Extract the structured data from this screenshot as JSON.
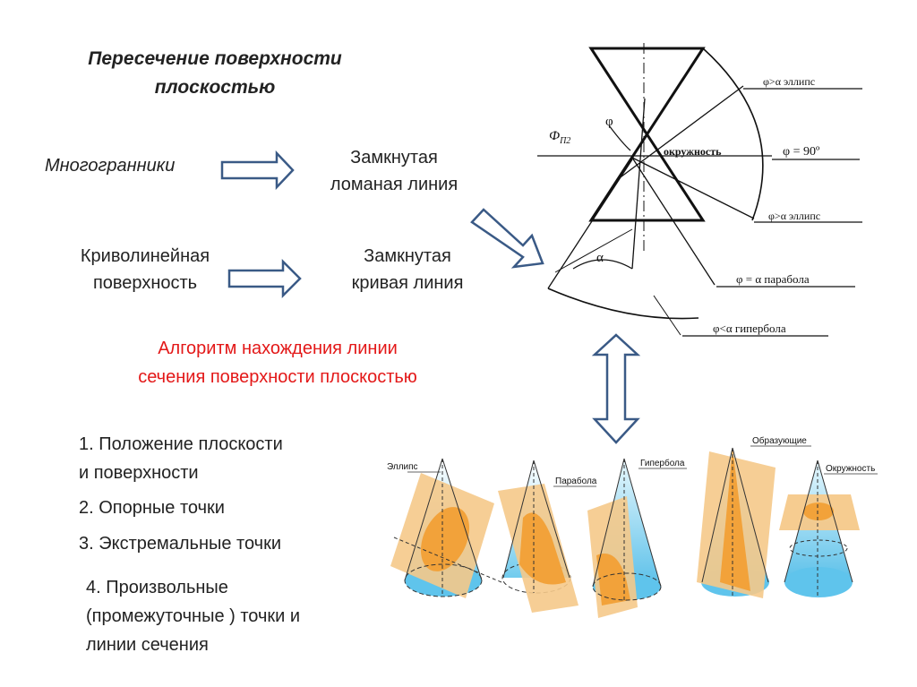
{
  "title": {
    "line1": "Пересечение поверхности",
    "line2": "плоскостью"
  },
  "left": {
    "polyhedra": "Многогранники",
    "curved_line1": "Криволинейная",
    "curved_line2": "поверхность"
  },
  "results": {
    "polyline_line1": "Замкнутая",
    "polyline_line2": "ломаная линия",
    "curve_line1": "Замкнутая",
    "curve_line2": "кривая линия"
  },
  "algorithm": {
    "line1": "Алгоритм нахождения линии",
    "line2": "сечения поверхности плоскостью",
    "color": "#e31818"
  },
  "steps": {
    "s1_line1": "1. Положение плоскости",
    "s1_line2": "и поверхности",
    "s2": "2. Опорные точки",
    "s3": "3. Экстремальные точки",
    "s4_line1": "4. Произвольные",
    "s4_line2": "(промежуточные ) точки и",
    "s4_line3": "линии сечения"
  },
  "diagram": {
    "phi_pi2": "Ф",
    "phi_pi2_sub": "П2",
    "phi": "φ",
    "alpha": "α",
    "ellipse1": "φ>α  эллипс",
    "circle_word": "окружность",
    "circle_eq": "φ = 90º",
    "ellipse2": "φ>α  эллипс",
    "parabola": "φ = α  парабола",
    "hyperbola": "φ<α  гипербола"
  },
  "cones": {
    "ellipse": "Эллипс",
    "parabola": "Парабола",
    "hyperbola": "Гипербола",
    "generatrices": "Образующие",
    "circle": "Окружность"
  },
  "colors": {
    "arrow_outline": "#3a5a86",
    "plane_fill": "#f5c98a",
    "section_fill": "#f2a23a",
    "cone_fill": "#9fdcf2"
  }
}
